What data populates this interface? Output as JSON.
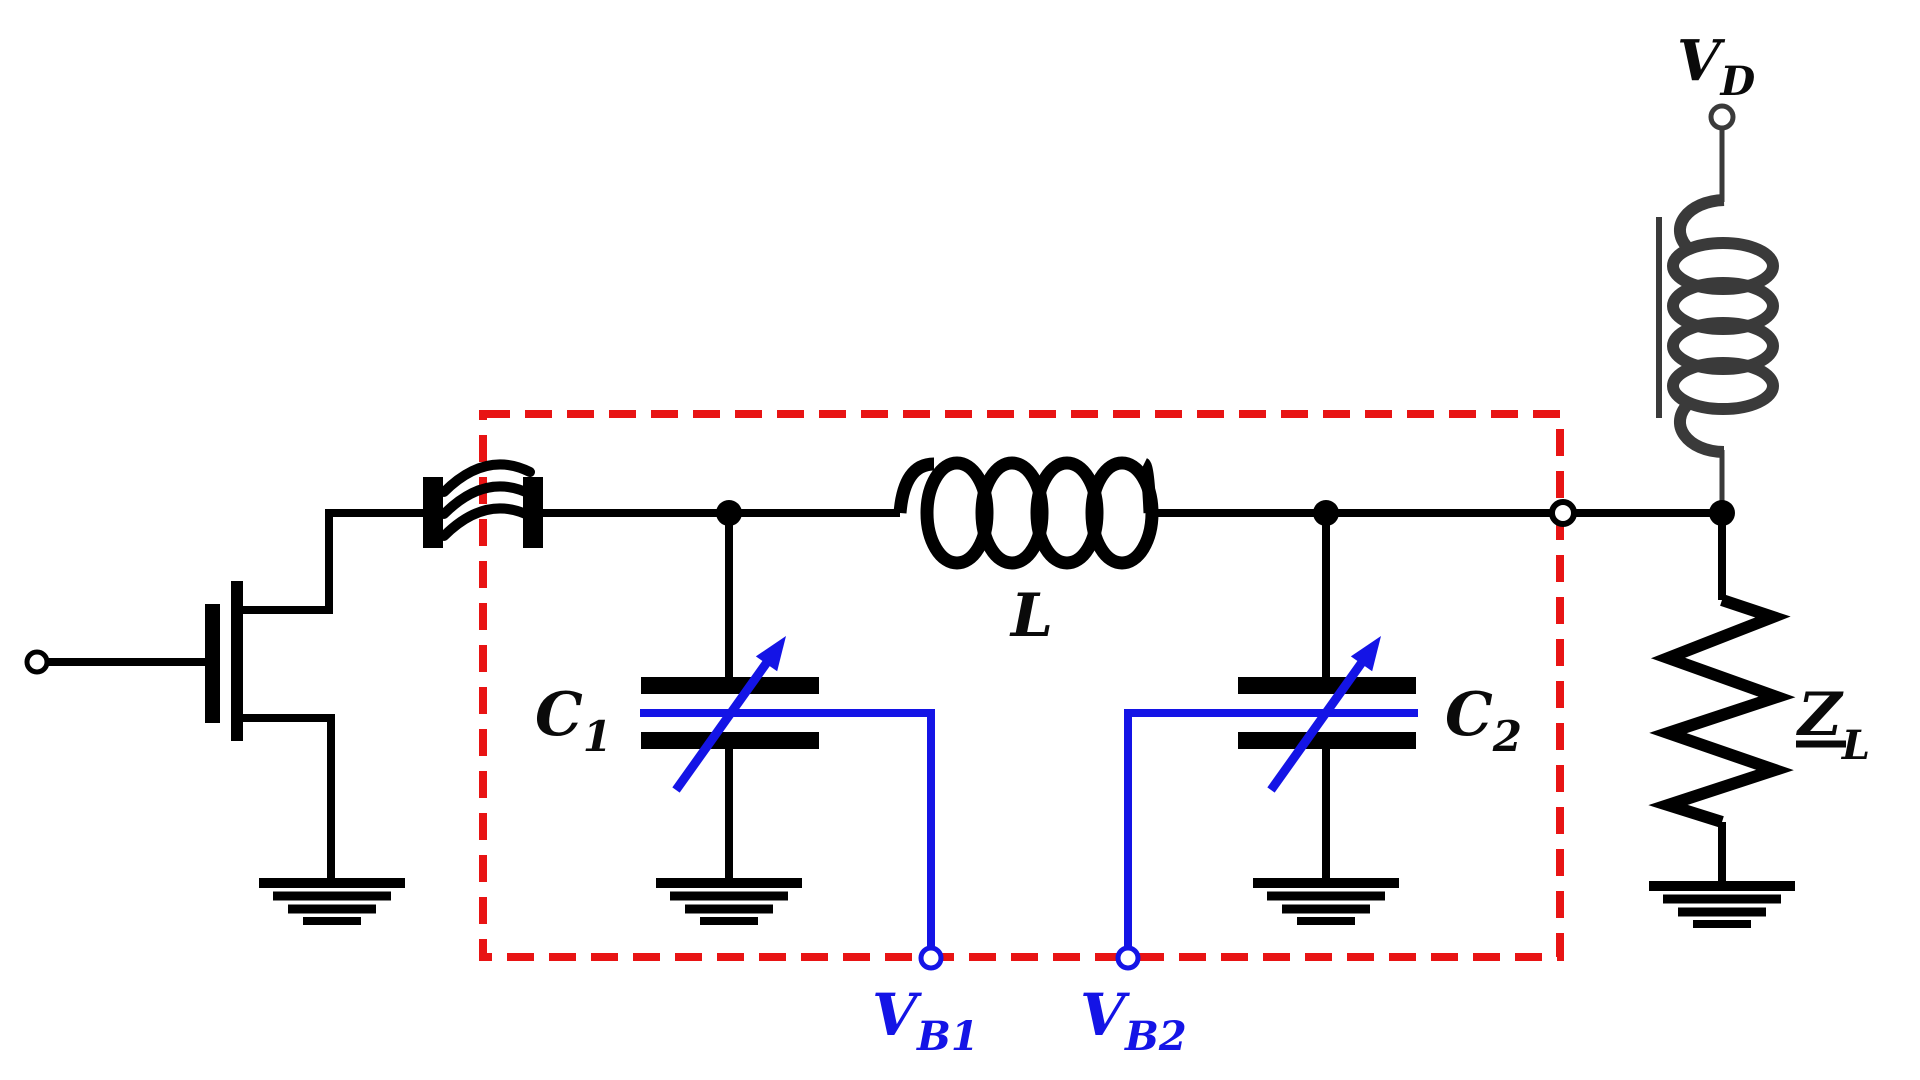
{
  "figure": {
    "kind": "circuit-schematic",
    "colors": {
      "wire": "#000000",
      "bias_blue": "#1414e6",
      "boundary_red": "#e81414",
      "choke_gray": "#3a3a3a",
      "background": "#ffffff"
    },
    "labels": {
      "inductor": {
        "main": "L"
      },
      "cap1": {
        "main": "C",
        "sub": "1"
      },
      "cap2": {
        "main": "C",
        "sub": "2"
      },
      "supply": {
        "main": "V",
        "sub": "D"
      },
      "bias1": {
        "main": "V",
        "sub": "B1"
      },
      "bias2": {
        "main": "V",
        "sub": "B2"
      },
      "load": {
        "main": "Z",
        "sub": "L"
      }
    },
    "components": [
      {
        "id": "input-terminal",
        "type": "open-circle-port"
      },
      {
        "id": "transistor",
        "type": "mosfet"
      },
      {
        "id": "dc-block",
        "type": "coupling-capacitor-curved-plates"
      },
      {
        "id": "tunable-network-boundary",
        "type": "red-dashed-box"
      },
      {
        "id": "c1",
        "type": "variable-shunt-capacitor",
        "label": "C1",
        "bias_terminal": "VB1"
      },
      {
        "id": "series-inductor",
        "type": "coil-inductor",
        "label": "L"
      },
      {
        "id": "c2",
        "type": "variable-shunt-capacitor",
        "label": "C2",
        "bias_terminal": "VB2"
      },
      {
        "id": "output-port",
        "type": "open-circle-port"
      },
      {
        "id": "supply-terminal",
        "type": "open-circle-port",
        "label": "VD"
      },
      {
        "id": "rf-choke",
        "type": "vertical-coil-with-core-bar"
      },
      {
        "id": "load-impedance",
        "type": "resistor-zigzag",
        "label": "ZL"
      },
      {
        "id": "ground",
        "type": "ground-symbol",
        "count": 4
      }
    ]
  }
}
